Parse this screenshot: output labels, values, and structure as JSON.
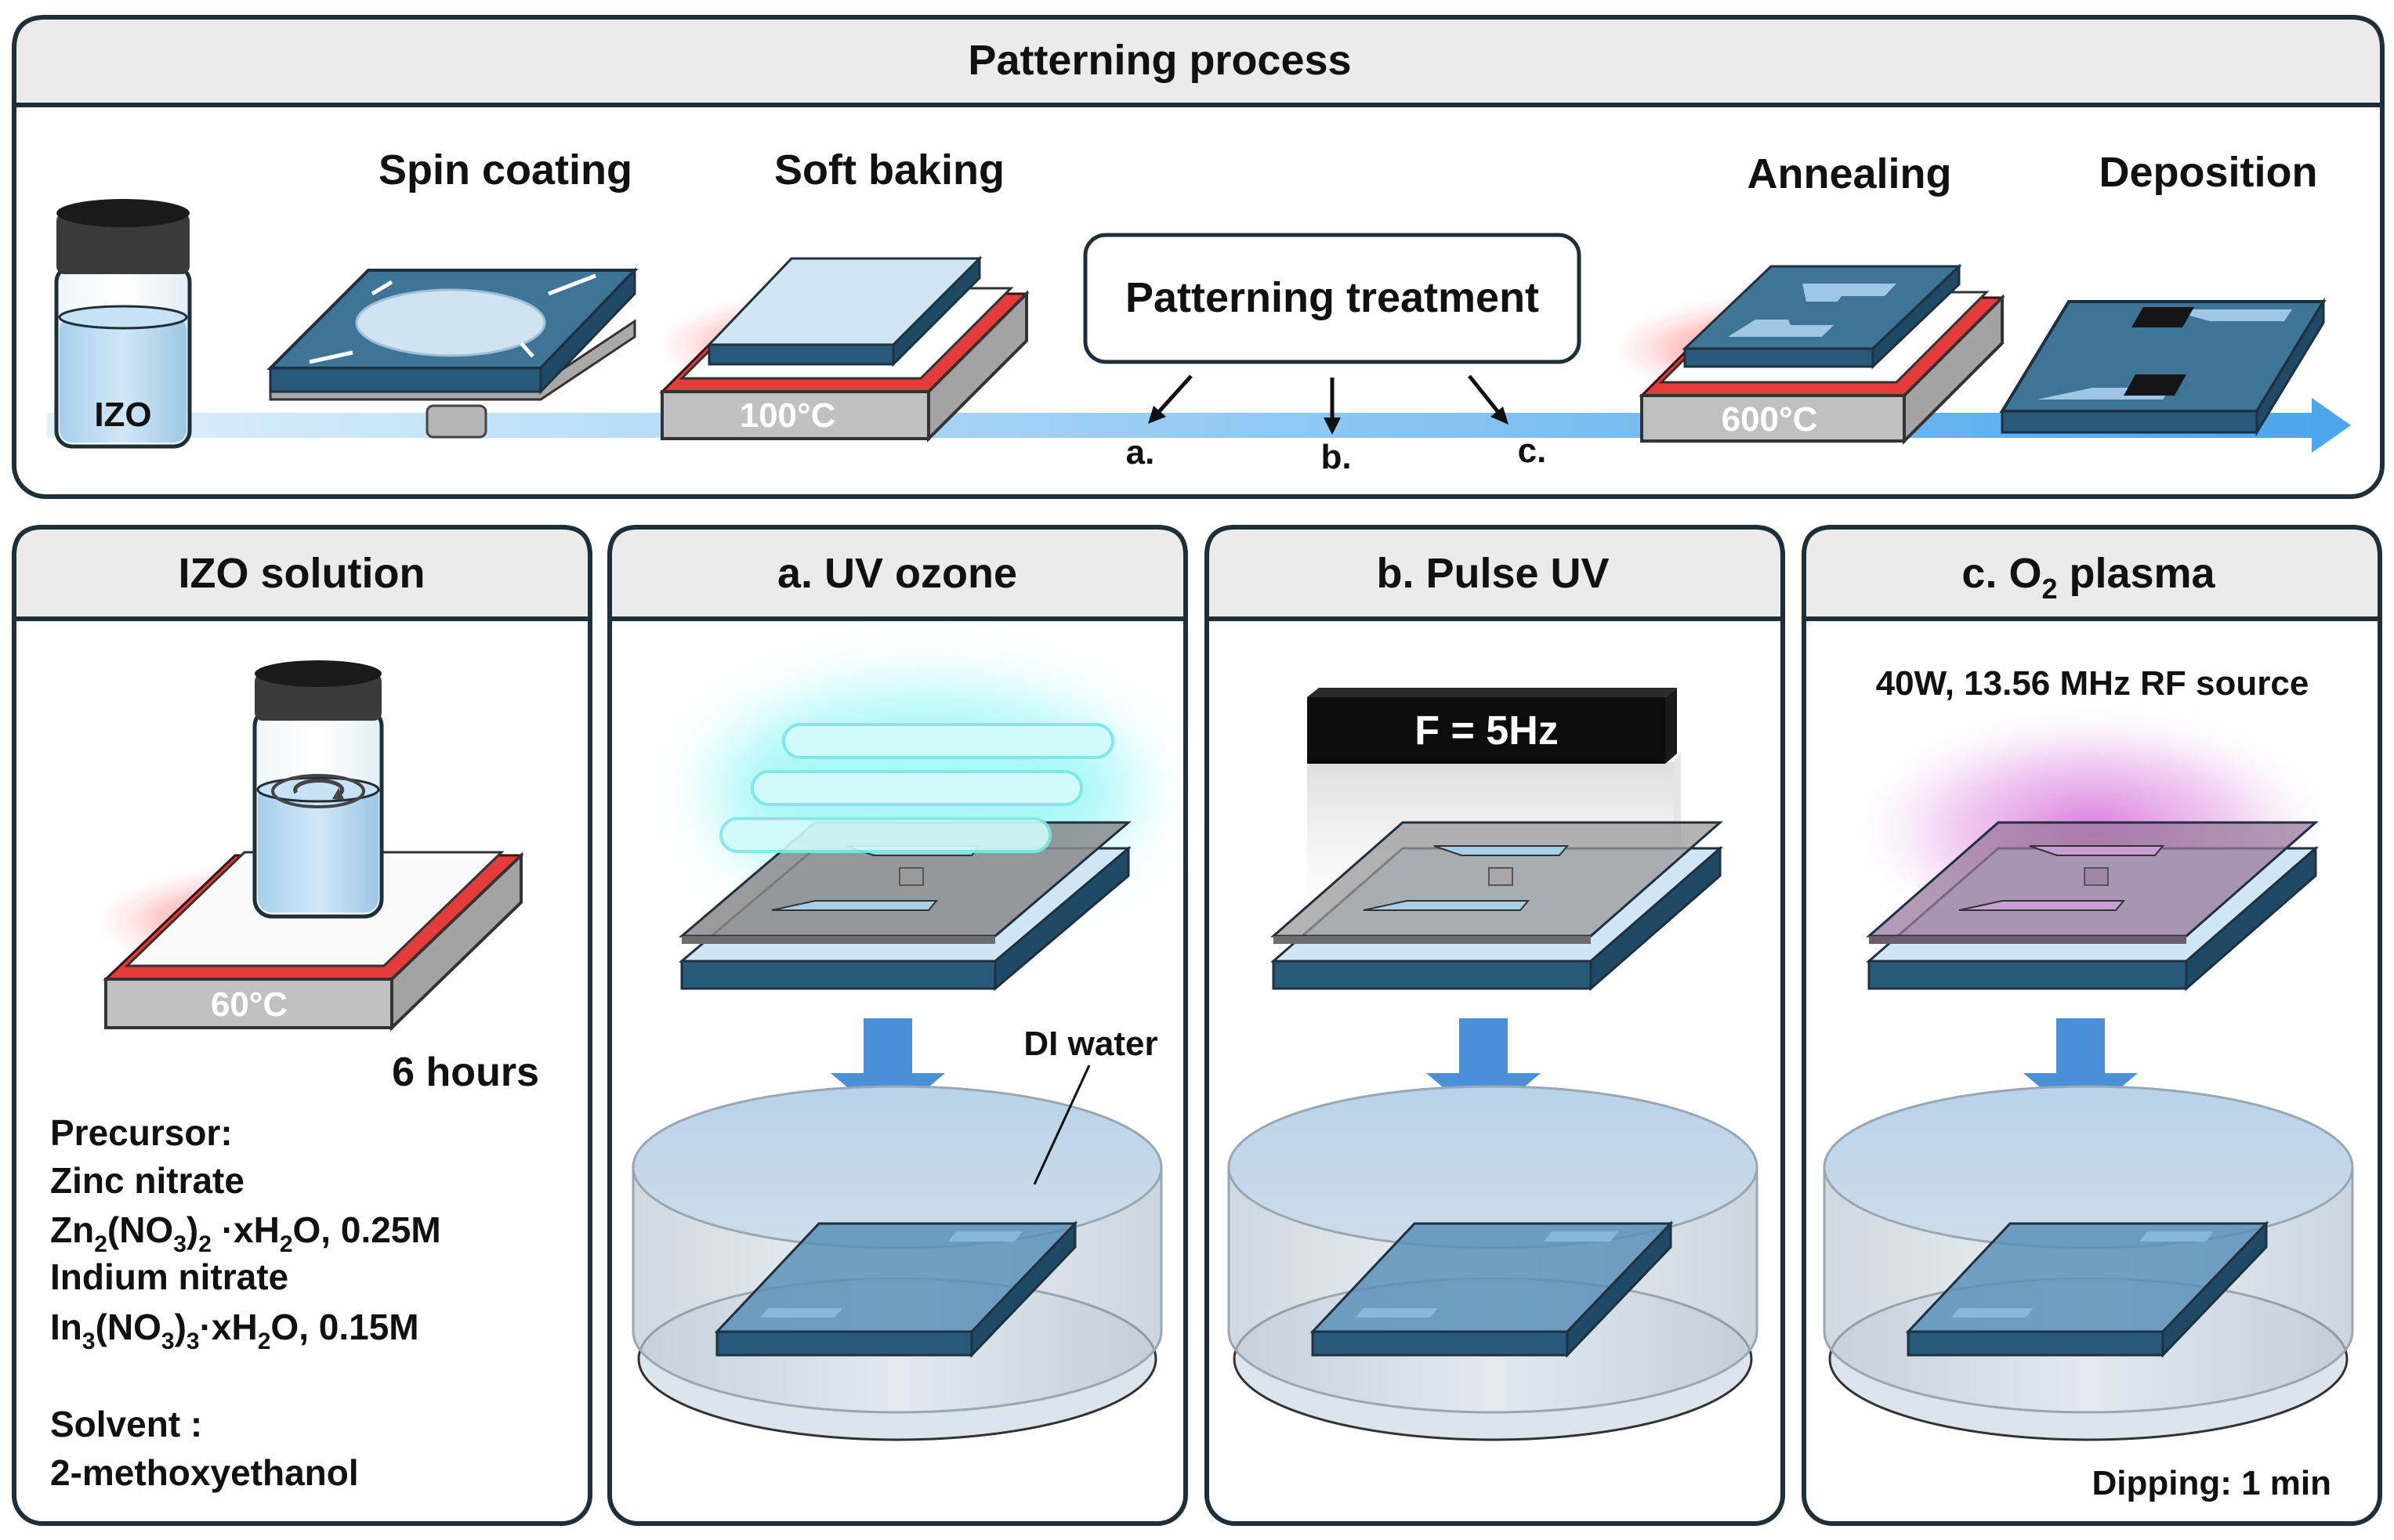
{
  "top_panel": {
    "title": "Patterning process",
    "vial_label": "IZO",
    "steps": {
      "spin_coating": "Spin coating",
      "soft_baking": "Soft baking",
      "patterning_treatment": "Patterning treatment",
      "annealing": "Annealing",
      "deposition": "Deposition"
    },
    "soft_bake_temp": "100°C",
    "anneal_temp": "600°C",
    "branch_labels": [
      "a.",
      "b.",
      "c."
    ]
  },
  "izo_panel": {
    "title": "IZO solution",
    "temp": "60°C",
    "duration": "6 hours",
    "precursor_heading": "Precursor:",
    "zinc_name": "Zinc nitrate",
    "zinc_formula": {
      "p1": "Zn",
      "s1": "2",
      "p2": "(NO",
      "s2": "3",
      "p3": ")",
      "s3": "2",
      "p4": " ·xH",
      "s4": "2",
      "p5": "O, 0.25M"
    },
    "indium_name": "Indium  nitrate",
    "indium_formula": {
      "p1": "In",
      "s1": "3",
      "p2": "(NO",
      "s2": "3",
      "p3": ")",
      "s3": "3",
      "p4": "·xH",
      "s4": "2",
      "p5": "O, 0.15M"
    },
    "solvent_heading": "Solvent :",
    "solvent_name": "2-methoxyethanol"
  },
  "uv_ozone_panel": {
    "title": "a. UV ozone",
    "water_label": "DI water"
  },
  "pulse_uv_panel": {
    "title": "b. Pulse UV",
    "frequency_label": "F = 5Hz"
  },
  "o2_plasma_panel": {
    "title_prefix": "c. O",
    "title_sub": "2",
    "title_suffix": " plasma",
    "source_label": "40W, 13.56 MHz RF source",
    "dipping_label": "Dipping: 1 min"
  },
  "colors": {
    "substrate_top": "#3e7596",
    "substrate_side": "#1f4a66",
    "hotplate_red": "#e53b3b",
    "arrow_blue": "#4a90d9",
    "uv_cyan": "#63f2f2",
    "plasma_magenta": "#d36ad8",
    "header_gray": "#ebebeb"
  }
}
